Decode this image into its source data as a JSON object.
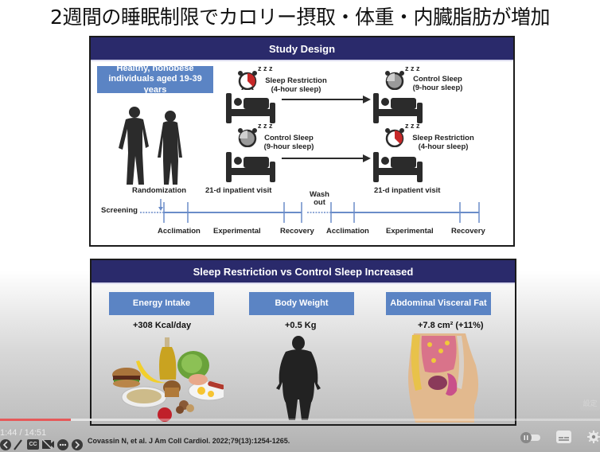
{
  "slide": {
    "title": "2週間の睡眠制限でカロリー摂取・体重・内臓脂肪が増加"
  },
  "study_design": {
    "header": "Study Design",
    "population": "Healthy, nonobese individuals aged 19-39 years",
    "population_line1": "Healthy, nonobese",
    "population_line2": "individuals aged 19-39 years",
    "arms": [
      {
        "first": {
          "name": "Sleep Restriction",
          "detail": "(4-hour sleep)",
          "clock": "red"
        },
        "second": {
          "name": "Control Sleep",
          "detail": "(9-hour sleep)",
          "clock": "gray"
        }
      },
      {
        "first": {
          "name": "Control Sleep",
          "detail": "(9-hour sleep)",
          "clock": "gray"
        },
        "second": {
          "name": "Sleep Restriction",
          "detail": "(4-hour sleep)",
          "clock": "red"
        }
      }
    ],
    "zzz": "z z z",
    "timeline": {
      "screening": "Screening",
      "randomization": "Randomization",
      "visit1": "21-d inpatient visit",
      "visit2": "21-d inpatient visit",
      "washout_line1": "Wash",
      "washout_line2": "out",
      "phases": [
        "Acclimation",
        "Experimental",
        "Recovery",
        "Acclimation",
        "Experimental",
        "Recovery"
      ]
    }
  },
  "results": {
    "header": "Sleep Restriction vs Control Sleep Increased",
    "outcomes": [
      {
        "label": "Energy Intake",
        "value": "+308 Kcal/day",
        "image": "food-illustration"
      },
      {
        "label": "Body Weight",
        "value": "+0.5 Kg",
        "image": "obese-silhouette"
      },
      {
        "label": "Abdominal Visceral Fat",
        "value": "+7.8 cm² (+11%)",
        "image": "abdomen-cross-section"
      }
    ]
  },
  "citation": "Covassin N, et al. J Am Coll Cardiol. 2022;79(13):1254-1265.",
  "player": {
    "time": "1:44 / 14:51",
    "progress_fraction": 0.118,
    "buffer_fraction": 0.26,
    "accent": "#e65a5a",
    "settings_hint": "設定"
  },
  "colors": {
    "header_navy": "#2a2a6b",
    "box_blue": "#5b84c4",
    "restriction_red": "#c62828",
    "timeline_blue": "#6a8cc8"
  }
}
